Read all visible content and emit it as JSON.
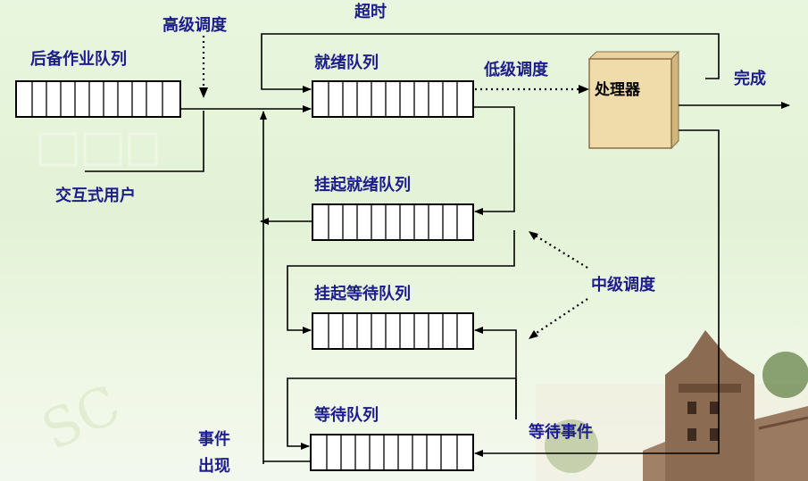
{
  "labels": {
    "backup_queue": "后备作业队列",
    "high_sched": "高级调度",
    "timeout": "超时",
    "ready_queue": "就绪队列",
    "low_sched": "低级调度",
    "processor": "处理器",
    "complete": "完成",
    "interactive_user": "交互式用户",
    "suspend_ready": "挂起就绪队列",
    "suspend_wait": "挂起等待队列",
    "mid_sched": "中级调度",
    "wait_queue": "等待队列",
    "wait_event": "等待事件",
    "event_occur_1": "事件",
    "event_occur_2": "出现"
  },
  "colors": {
    "label": "#1c1c8c",
    "processor_fill": "#f0dcaa",
    "processor_side": "#d2b67c",
    "queue_fill": "#ffffff",
    "line": "#000000"
  }
}
